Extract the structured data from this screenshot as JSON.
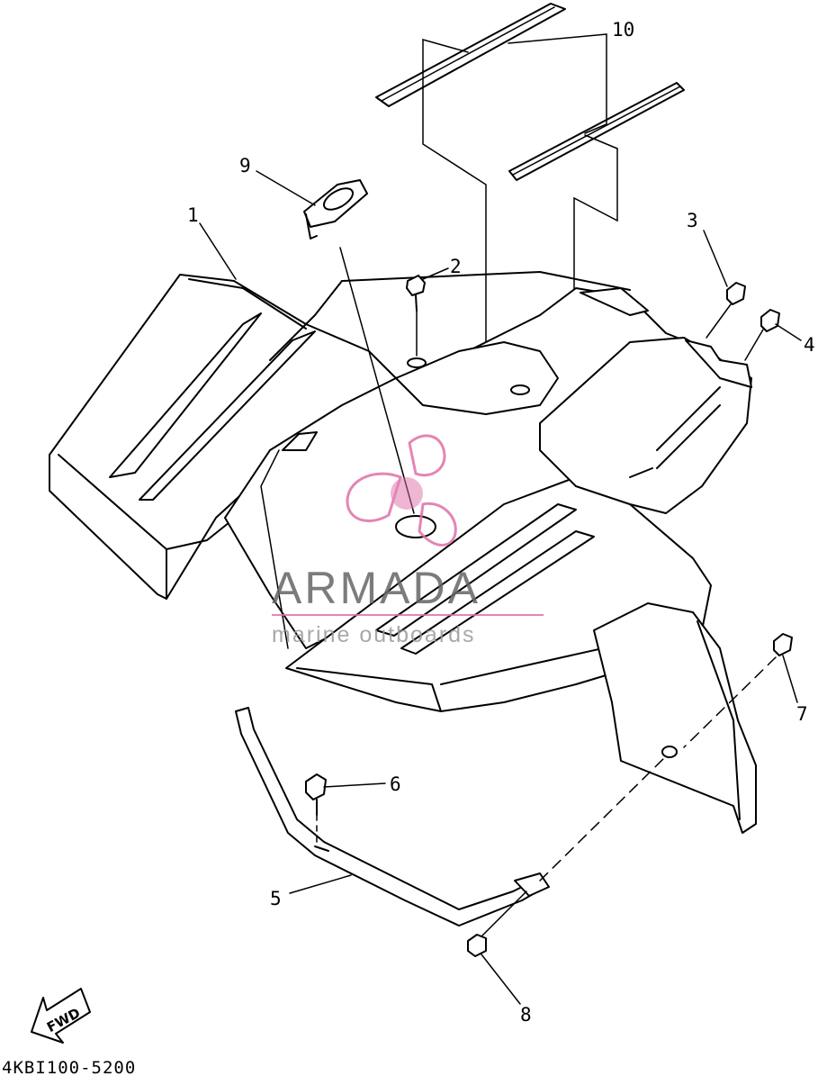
{
  "callouts": [
    {
      "id": "1",
      "label": "1"
    },
    {
      "id": "2",
      "label": "2"
    },
    {
      "id": "3",
      "label": "3"
    },
    {
      "id": "4",
      "label": "4"
    },
    {
      "id": "5",
      "label": "5"
    },
    {
      "id": "6",
      "label": "6"
    },
    {
      "id": "7",
      "label": "7"
    },
    {
      "id": "8",
      "label": "8"
    },
    {
      "id": "9",
      "label": "9"
    },
    {
      "id": "10",
      "label": "10"
    }
  ],
  "fwd_arrow": {
    "label": "FWD"
  },
  "footer": {
    "code": "4KBI100-5200"
  },
  "watermark": {
    "brand": "ARMADA",
    "tagline": "marine outboards",
    "accent_color": "#e070a8"
  },
  "colors": {
    "line": "#000000",
    "background": "#ffffff"
  }
}
